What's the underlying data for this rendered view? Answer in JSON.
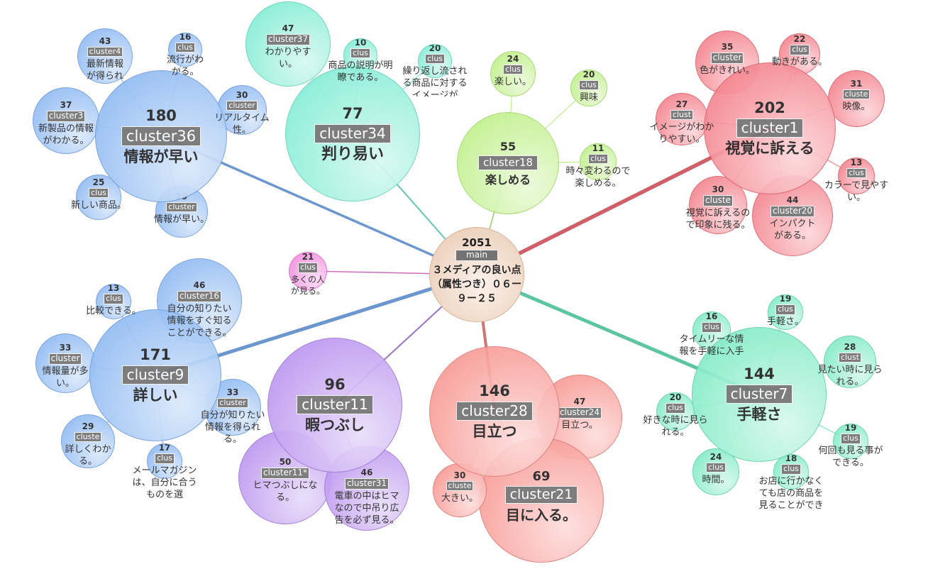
{
  "colors": {
    "blue": "#7fb0f2",
    "cyan": "#72ead0",
    "green": "#b7ee7a",
    "red": "#f3707c",
    "purple": "#b286ee",
    "pink": "#f27ed9",
    "salmon": "#f78a84",
    "mint": "#6fe8be",
    "main": "#e8c8b0"
  },
  "main": {
    "count": "2051",
    "label": "main",
    "text": "３メディアの良い点（属性つき）０６ー９ー２５"
  },
  "clusters": [
    {
      "id": "c36",
      "count": "180",
      "label": "cluster36",
      "text": "情報が早い",
      "color": "blue",
      "children": [
        {
          "count": "43",
          "label": "cluster4",
          "text": "最新情報が得られる。"
        },
        {
          "count": "16",
          "label": "clus",
          "text": "流行がわかる。"
        },
        {
          "count": "37",
          "label": "cluster3",
          "text": "新製品の情報がわかる。"
        },
        {
          "count": "30",
          "label": "cluster",
          "text": "リアルタイム性。"
        },
        {
          "count": "25",
          "label": "clus",
          "text": "新しい商品。"
        },
        {
          "count": "29",
          "label": "cluster",
          "text": "情報が早い。"
        }
      ]
    },
    {
      "id": "c34",
      "count": "77",
      "label": "cluster34",
      "text": "判り易い",
      "color": "cyan",
      "children": [
        {
          "count": "47",
          "label": "cluster37",
          "text": "わかりやすい。"
        },
        {
          "count": "10",
          "label": "clus",
          "text": "商品の説明が明瞭である。"
        },
        {
          "count": "20",
          "label": "clus",
          "text": "繰り返し流される商品に対するイメージが"
        }
      ]
    },
    {
      "id": "c18",
      "count": "55",
      "label": "cluster18",
      "text": "楽しめる",
      "color": "green",
      "children": [
        {
          "count": "24",
          "label": "clus",
          "text": "楽しい。"
        },
        {
          "count": "20",
          "label": "clus",
          "text": "興味"
        },
        {
          "count": "11",
          "label": "clus",
          "text": "時々変わるので楽しめる。"
        }
      ]
    },
    {
      "id": "c1",
      "count": "202",
      "label": "cluster1",
      "text": "視覚に訴える",
      "color": "red",
      "children": [
        {
          "count": "35",
          "label": "cluster",
          "text": "色がきれい。"
        },
        {
          "count": "22",
          "label": "clus",
          "text": "動きがある。"
        },
        {
          "count": "31",
          "label": "cluste",
          "text": "映像。"
        },
        {
          "count": "27",
          "label": "clust",
          "text": "イメージがわかりやすい。"
        },
        {
          "count": "13",
          "label": "clus",
          "text": "カラーで見やすい。"
        },
        {
          "count": "30",
          "label": "cluste",
          "text": "視覚に訴えるので印象に残る。"
        },
        {
          "count": "44",
          "label": "cluster20",
          "text": "インパクトがある。"
        }
      ]
    },
    {
      "id": "c9",
      "count": "171",
      "label": "cluster9",
      "text": "詳しい",
      "color": "blue",
      "children": [
        {
          "count": "46",
          "label": "cluster16",
          "text": "自分の知りたい情報をすぐ知ることができる。"
        },
        {
          "count": "13",
          "label": "clus",
          "text": "比較できる。"
        },
        {
          "count": "33",
          "label": "cluster",
          "text": "情報量が多い。"
        },
        {
          "count": "33",
          "label": "cluster",
          "text": "自分が知りたい情報を得られる。"
        },
        {
          "count": "29",
          "label": "cluste",
          "text": "詳しくわかる。"
        },
        {
          "count": "17",
          "label": "clus",
          "text": "メールマガジンは、自分に合うものを選"
        }
      ]
    },
    {
      "id": "c21x",
      "count": "21",
      "label": "clus",
      "text": "多くの人が見る。",
      "color": "pink",
      "children": []
    },
    {
      "id": "c11",
      "count": "96",
      "label": "cluster11",
      "text": "暇つぶし",
      "color": "purple",
      "children": [
        {
          "count": "50",
          "label": "cluster11*",
          "text": "ヒマつぶしになる。"
        },
        {
          "count": "46",
          "label": "cluster31",
          "text": "電車の中はヒマなので中吊り広告を必ず見る。"
        }
      ]
    },
    {
      "id": "c28",
      "count": "146",
      "label": "cluster28",
      "text": "目立つ",
      "color": "salmon",
      "children": [
        {
          "count": "47",
          "label": "cluster24",
          "text": "目立つ。"
        },
        {
          "count": "69",
          "label": "cluster21",
          "text": "目に入る。"
        },
        {
          "count": "30",
          "label": "cluste",
          "text": "大きい。"
        }
      ]
    },
    {
      "id": "c7",
      "count": "144",
      "label": "cluster7",
      "text": "手軽さ",
      "color": "mint",
      "children": [
        {
          "count": "16",
          "label": "clus",
          "text": "タイムリーな情報を手軽に入手できる。"
        },
        {
          "count": "19",
          "label": "clus",
          "text": "手軽さ。"
        },
        {
          "count": "28",
          "label": "clust",
          "text": "見たい時に見られる。"
        },
        {
          "count": "20",
          "label": "clus",
          "text": "好きな時に見られる。"
        },
        {
          "count": "19",
          "label": "clus",
          "text": "何回も見る事ができる。"
        },
        {
          "count": "24",
          "label": "clus",
          "text": "時間。"
        },
        {
          "count": "18",
          "label": "clus",
          "text": "お店に行かなくても店の商品を見ることができる。"
        }
      ]
    }
  ]
}
